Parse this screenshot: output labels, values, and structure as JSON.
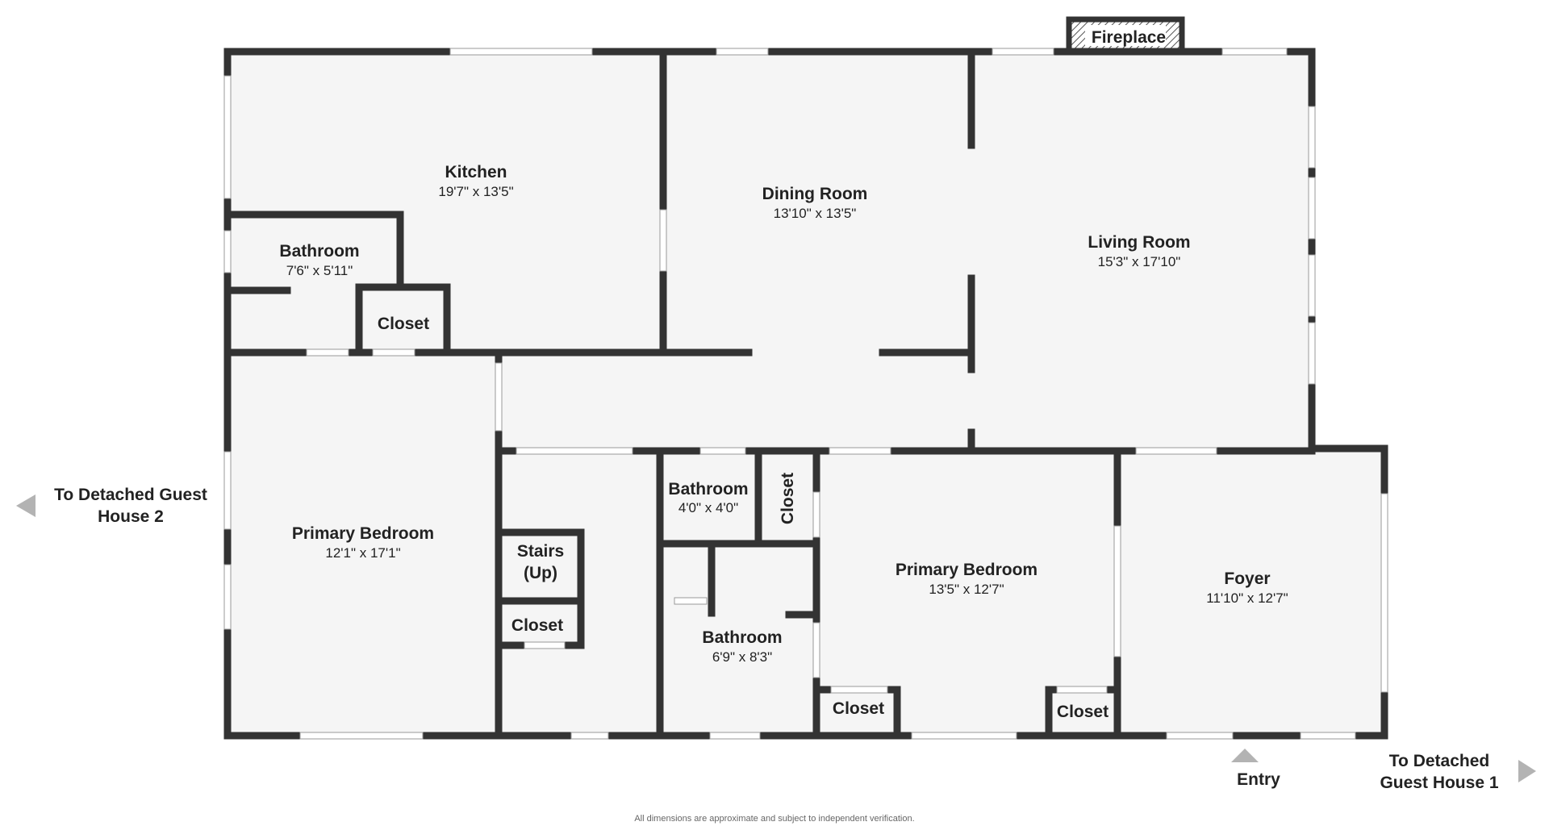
{
  "colors": {
    "wall": "#333333",
    "floor": "#f5f5f5",
    "window": "#ffffff",
    "arrow": "#b3b3b3",
    "text": "#222222"
  },
  "rooms": {
    "kitchen": {
      "name": "Kitchen",
      "dims": "19'7\" x 13'5\""
    },
    "bathroom_1": {
      "name": "Bathroom",
      "dims": "7'6\" x 5'11\""
    },
    "closet_1": {
      "name": "Closet"
    },
    "dining": {
      "name": "Dining Room",
      "dims": "13'10\" x 13'5\""
    },
    "living": {
      "name": "Living Room",
      "dims": "15'3\" x 17'10\""
    },
    "fireplace": {
      "name": "Fireplace"
    },
    "primary_1": {
      "name": "Primary Bedroom",
      "dims": "12'1\" x 17'1\""
    },
    "stairs": {
      "name_1": "Stairs",
      "name_2": "(Up)"
    },
    "closet_2": {
      "name": "Closet"
    },
    "bathroom_2": {
      "name": "Bathroom",
      "dims": "4'0\" x 4'0\""
    },
    "closet_3": {
      "name": "Closet"
    },
    "bathroom_3": {
      "name": "Bathroom",
      "dims": "6'9\" x 8'3\""
    },
    "primary_2": {
      "name": "Primary Bedroom",
      "dims": "13'5\" x 12'7\""
    },
    "closet_4": {
      "name": "Closet"
    },
    "closet_5": {
      "name": "Closet"
    },
    "foyer": {
      "name": "Foyer",
      "dims": "11'10\" x 12'7\""
    }
  },
  "labels": {
    "guest_house_2": {
      "line1": "To Detached Guest",
      "line2": "House 2"
    },
    "guest_house_1": {
      "line1": "To Detached",
      "line2": "Guest House 1"
    },
    "entry": "Entry",
    "disclaimer": "All dimensions are approximate and subject to independent verification."
  }
}
